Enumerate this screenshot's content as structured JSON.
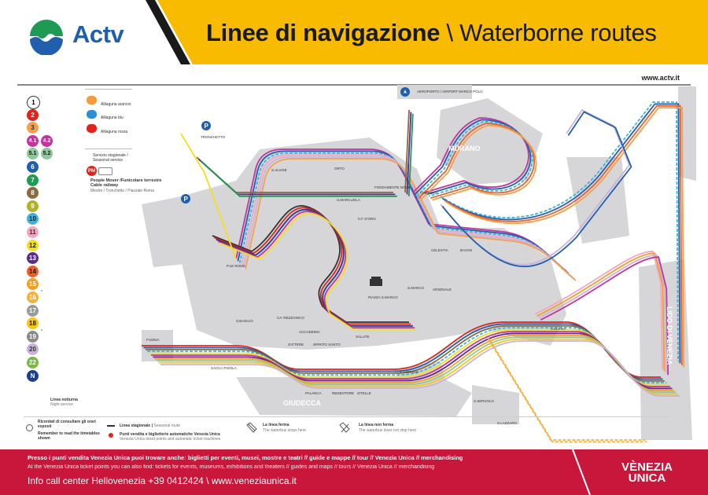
{
  "header": {
    "logo_text": "Actv",
    "title_bold": "Linee di navigazione",
    "title_sep": " \\ ",
    "title_en": "Waterborne routes",
    "url": "www.actv.it",
    "colors": {
      "yellow": "#f8bb00",
      "logo_blue": "#1f5fae",
      "logo_green": "#1e9a52"
    }
  },
  "legend": {
    "lines": [
      {
        "label": "1",
        "color": "#ffffff",
        "text": "#000000"
      },
      {
        "label": "2",
        "color": "#e2231a",
        "text": "#ffffff"
      },
      {
        "label": "3",
        "color": "#f5a04a",
        "text": "#333333"
      },
      {
        "label": "4.1",
        "color": "#c4359b",
        "text": "#ffffff"
      },
      {
        "label": "4.2",
        "color": "#c4359b",
        "text": "#ffffff"
      },
      {
        "label": "5.1",
        "color": "#8fc79b",
        "text": "#1a1a1a"
      },
      {
        "label": "5.2",
        "color": "#8fc79b",
        "text": "#1a1a1a"
      },
      {
        "label": "6",
        "color": "#1f5fae",
        "text": "#ffffff"
      },
      {
        "label": "7",
        "color": "#1e9a52",
        "text": "#ffffff"
      },
      {
        "label": "8",
        "color": "#8b6a3e",
        "text": "#ffffff"
      },
      {
        "label": "9",
        "color": "#b0b423",
        "text": "#ffffff"
      },
      {
        "label": "10",
        "color": "#3bb3e0",
        "text": "#1a1a1a"
      },
      {
        "label": "11",
        "color": "#f3a6c0",
        "text": "#333333"
      },
      {
        "label": "12",
        "color": "#f4e01a",
        "text": "#1a1a1a"
      },
      {
        "label": "13",
        "color": "#5b2d8e",
        "text": "#ffffff"
      },
      {
        "label": "14",
        "color": "#e8612a",
        "text": "#1a1a1a"
      },
      {
        "label": "15",
        "color": "#f2a024",
        "text": "#ffffff"
      },
      {
        "label": "16",
        "color": "#f6b03a",
        "text": "#ffffff",
        "note": "*"
      },
      {
        "label": "17",
        "color": "#9a9a9a",
        "text": "#ffffff"
      },
      {
        "label": "18",
        "color": "#f7c51a",
        "text": "#1a1a1a"
      },
      {
        "label": "19",
        "color": "#8a8a8a",
        "text": "#ffffff",
        "note": "*"
      },
      {
        "label": "20",
        "color": "#c9b3dc",
        "text": "#333333"
      },
      {
        "label": "22",
        "color": "#7ab648",
        "text": "#ffffff"
      },
      {
        "label": "N",
        "color": "#1c3f8e",
        "text": "#ffffff"
      }
    ],
    "night_service": {
      "it": "Linea notturna",
      "en": "Night service"
    },
    "special": [
      {
        "icon": "alilaguna-orange-icon",
        "text": "Alilaguna arancio"
      },
      {
        "icon": "alilaguna-blue-icon",
        "text": "Alilaguna blu"
      },
      {
        "icon": "alilaguna-red-icon",
        "text": "Alilaguna rossa"
      }
    ],
    "seasonal_note": "Servizio stagionale / Seasonal service",
    "people_mover": {
      "badge": "PM",
      "title": "People Mover /Funicolare terrestre",
      "subtitle": "Cable railway",
      "note": "Mestre / Tronchetto / Piazzale Roma"
    },
    "bottom": {
      "timetable_it": "Ricordati di consultare gli orari esposti",
      "timetable_en": "Remember to read the timetables shown",
      "seasonal_line": "Linea stagionale",
      "seasonal_line_en": "Seasonal route",
      "ticket_points": "Punti vendita e biglietterie automatiche Venezia Unica",
      "ticket_points_en": "Venezia Unica ticket points and automatic ticket machines",
      "stop_it": "La linea ferma",
      "stop_en": "The waterbus stops here",
      "nostop_it": "La linea non ferma",
      "nostop_en": "The waterbus does not stop here"
    }
  },
  "map": {
    "areas": [
      "MURANO",
      "GIUDECCA",
      "LIDO DI VENEZIA"
    ],
    "stops": [
      "AEROPORTO / AIRPORT MARCO POLO",
      "PIAZZA S.MARCO",
      "S.MARCO",
      "ARSENALE",
      "ACCADEMIA",
      "CA' REZZONICO",
      "ZATTERE",
      "SPIRITO SANTO",
      "PALANCA",
      "REDENTORE",
      "ZITELLE",
      "SACCA FISOLA",
      "S.BASILIO",
      "S.GIORGIO",
      "SALUTE",
      "FUSINA",
      "CELESTIA",
      "BACINI",
      "CIMITERO",
      "S.ALVISE",
      "ORTO",
      "S.MARCUOLA",
      "CA' D'ORO",
      "P.LE ROMA",
      "TRONCHETTO",
      "S.ELENA",
      "FONDAMENTE NOVE",
      "S.LAZZARO",
      "S.SERVOLO"
    ]
  },
  "footer": {
    "line1": "Presso i punti vendita Venezia Unica  puoi trovare anche: biglietti per eventi, musei, mostre e teatri // guide e mappe // tour // Venezia Unica // merchandising",
    "line2": "At the Venezia Unica ticket points you can also find: tickets for events, museums, exhibitions and theaters // guides and maps // tours // Venezia Unica // merchandising",
    "line3": "Info call center Hellovenezia +39 0412424 \\ www.veneziaunica.it",
    "brand_line1": "VÈNEZIA",
    "brand_line2": "UNICA",
    "color": "#c8173a"
  }
}
